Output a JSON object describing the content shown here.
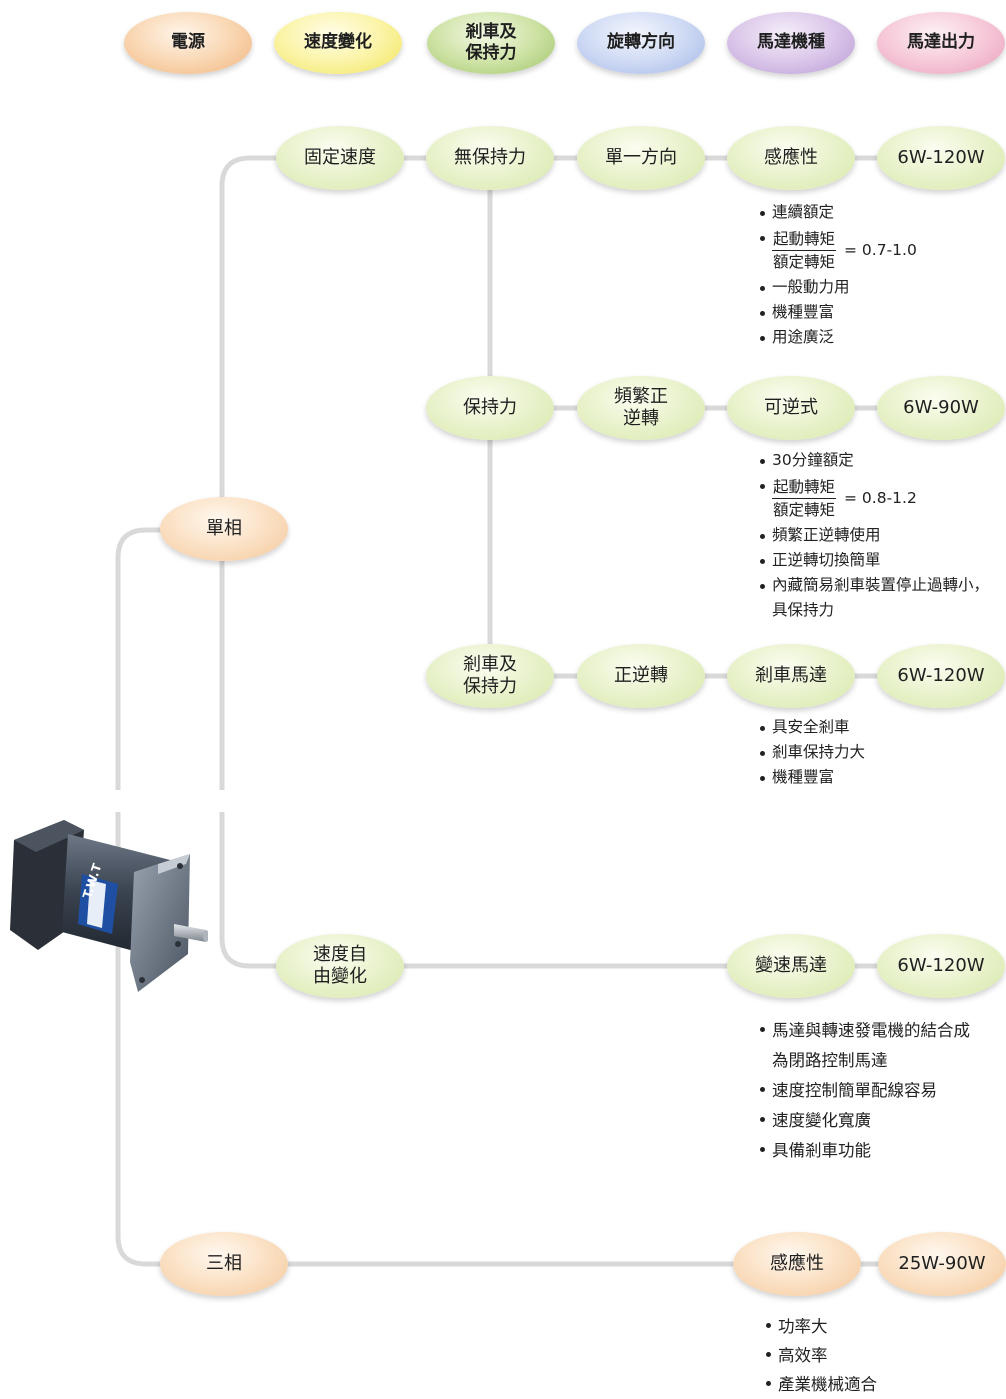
{
  "headers": [
    {
      "label": "電源",
      "color": "#f1b47e"
    },
    {
      "label": "速度變化",
      "color": "#f1e45a"
    },
    {
      "label": "剎車及\n保持力",
      "color": "#9fc46a"
    },
    {
      "label": "旋轉方向",
      "color": "#a4b7e6"
    },
    {
      "label": "馬達機種",
      "color": "#b99ad4"
    },
    {
      "label": "馬達出力",
      "color": "#ea9ebb"
    }
  ],
  "power": {
    "single": "單相",
    "three": "三相"
  },
  "speed": {
    "fixed": "固定速度",
    "variable": "速度自\n由變化"
  },
  "brake": {
    "none": "無保持力",
    "hold": "保持力",
    "brake_hold": "剎車及\n保持力"
  },
  "direction": {
    "single": "單一方向",
    "frequent": "頻繁正\n逆轉",
    "reversible": "正逆轉"
  },
  "motor_type": {
    "induction": "感應性",
    "reversible": "可逆式",
    "brake": "剎車馬達",
    "variable": "變速馬達",
    "induction3": "感應性"
  },
  "output": {
    "induction": "6W-120W",
    "reversible": "6W-90W",
    "brake": "6W-120W",
    "variable": "6W-120W",
    "induction3": "25W-90W"
  },
  "frac": {
    "num": "起動轉矩",
    "den": "額定轉矩"
  },
  "notes": {
    "induction": {
      "n1": "連續額定",
      "ratio": "= 0.7-1.0",
      "n3": "一般動力用",
      "n4": "機種豐富",
      "n5": "用途廣泛"
    },
    "reversible": {
      "n1": "30分鐘額定",
      "ratio": "= 0.8-1.2",
      "n3": "頻繁正逆轉使用",
      "n4": "正逆轉切換簡單",
      "n5": "內藏簡易剎車裝置停止過轉小，",
      "n5b": "具保持力"
    },
    "brake": {
      "n1": "具安全剎車",
      "n2": "剎車保持力大",
      "n3": "機種豐富"
    },
    "variable": {
      "n1": "馬達與轉速發電機的結合成",
      "n1b": "為閉路控制馬達",
      "n2": "速度控制簡單配線容易",
      "n3": "速度變化寬廣",
      "n4": "具備剎車功能"
    },
    "induction3": {
      "n1": "功率大",
      "n2": "高效率",
      "n3": "產業機械適合"
    }
  },
  "motor_label": "T.W.T"
}
